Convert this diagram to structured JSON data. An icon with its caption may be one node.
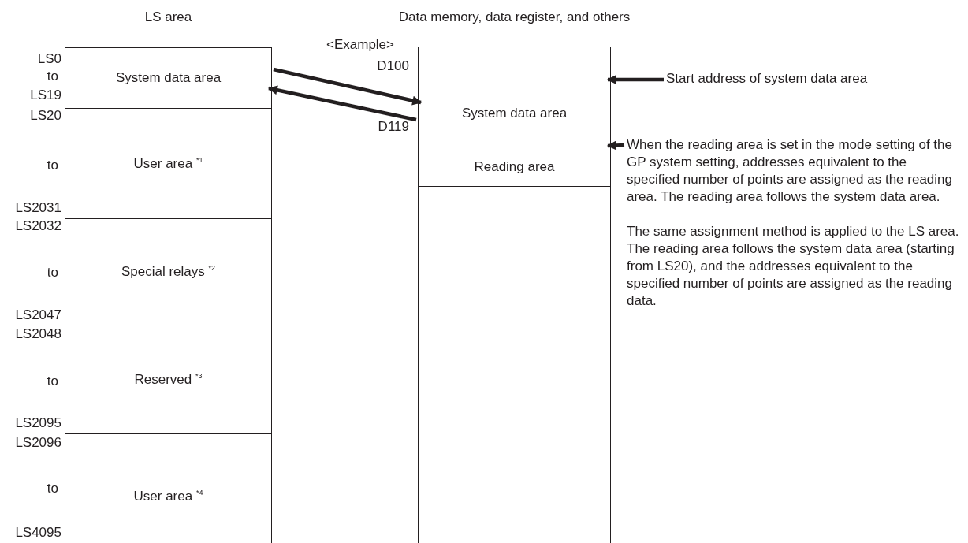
{
  "diagram": {
    "nodes": [
      {
        "text": [
          "LS area"
        ]
      },
      {
        "text": [
          "System data area"
        ],
        "in": 0
      },
      {
        "text": [
          "User area $^{*1}$"
        ],
        "in": 0
      },
      {
        "text": [
          "Special relays $^{*2}$"
        ],
        "in": 0
      },
      {
        "text": [
          "Reserved $^{*3}$"
        ],
        "in": 0
      },
      {
        "text": [
          "User area $^{*4}$"
        ],
        "in": 0
      },
      {
        "text": [
          "Data memory, data register, and others"
        ]
      },
      {
        "text": [
          "System data area"
        ],
        "in": 6
      },
      {
        "text": [
          "Reading area"
        ],
        "in": 6
      },
      {
        "text": [
          "Start address of system data area"
        ]
      },
      {
        "text": [
          "When the reading area is set in the mode setting of the GP system setting, addresses equivalent to the specified number of points are assigned as the reading area. The reading area follows the system data area.",
          "The same assignment method is applied to the LS area. The reading area follows the system data area (starting from LS20), and the addresses equivalent to the specified number of points are assigned as the reading data."
        ]
      }
    ],
    "edges": [
      {
        "from": 1,
        "to": 7,
        "arrow": "to"
      },
      {
        "from": 7,
        "to": 1,
        "arrow": "to"
      },
      {
        "from": 9,
        "to": 7,
        "arrow": "to"
      },
      {
        "from": 10,
        "to": 8,
        "arrow": "to"
      }
    ],
    "labels": [
      "<Example>",
      "LS0",
      "to",
      "LS19",
      "D100",
      "LS20",
      "D119",
      "to",
      "LS2031",
      "LS2032",
      "to",
      "LS2047",
      "LS2048",
      "to",
      "LS2095",
      "LS2096",
      "to",
      "LS4095"
    ]
  }
}
